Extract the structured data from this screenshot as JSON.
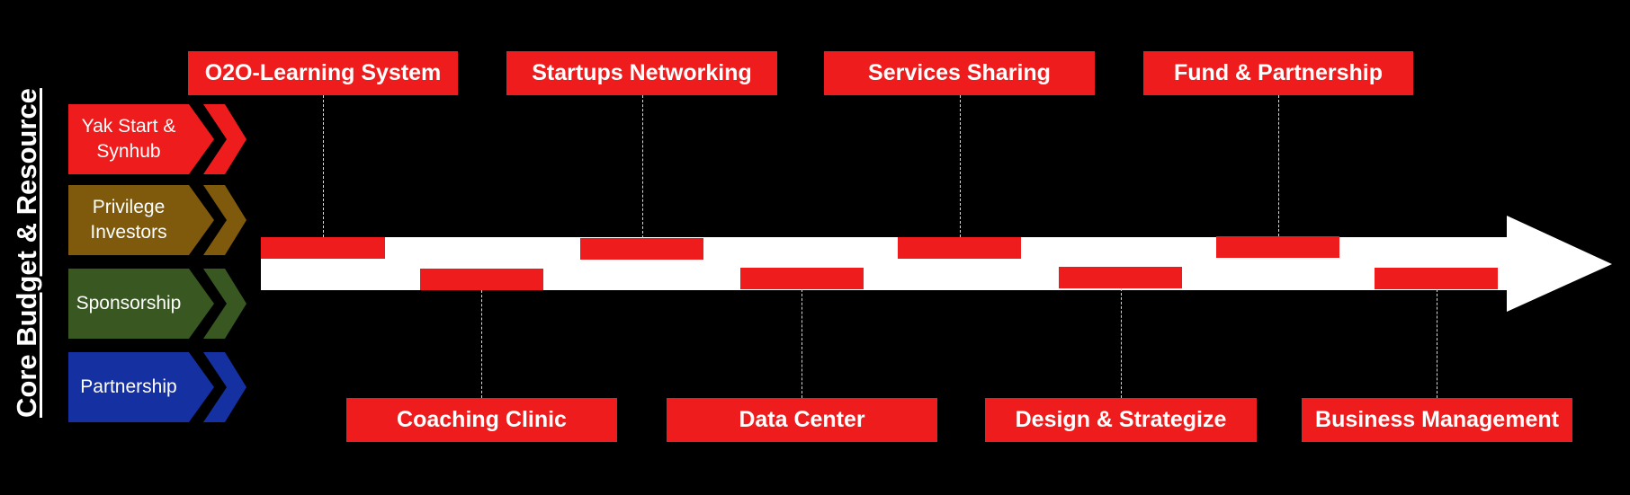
{
  "sidebar": {
    "title": "Core Budget & Resource",
    "chevrons": [
      {
        "label": "Yak Start & Synhub",
        "color": "#ee1c1c"
      },
      {
        "label": "Privilege Investors",
        "color": "#7f5a0c"
      },
      {
        "label": "Sponsorship",
        "color": "#385721"
      },
      {
        "label": "Partnership",
        "color": "#1530a0"
      }
    ]
  },
  "timeline": {
    "arrow_color": "#ffffff",
    "marker_color": "#ee1c1c",
    "top_labels": [
      "O2O-Learning System",
      "Startups Networking",
      "Services Sharing",
      "Fund & Partnership"
    ],
    "bottom_labels": [
      "Coaching Clinic",
      "Data Center",
      "Design & Strategize",
      "Business Management"
    ]
  }
}
